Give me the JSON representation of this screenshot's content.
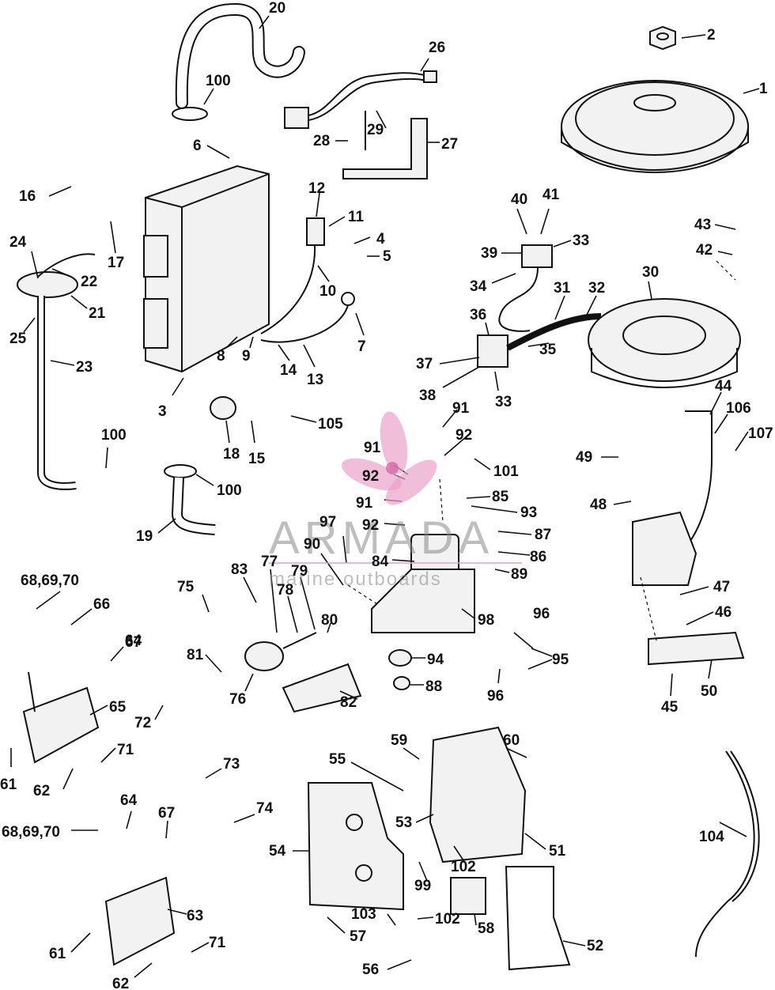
{
  "watermark": {
    "brand": "ARMADA",
    "tagline": "marine outboards",
    "logo_color": "#e9a3c9",
    "text_color": "#8a8a8a"
  },
  "callouts": [
    "1",
    "2",
    "3",
    "4",
    "5",
    "6",
    "7",
    "8",
    "9",
    "10",
    "11",
    "12",
    "13",
    "14",
    "15",
    "16",
    "17",
    "18",
    "19",
    "20",
    "21",
    "22",
    "23",
    "24",
    "25",
    "26",
    "27",
    "28",
    "29",
    "30",
    "31",
    "32",
    "33",
    "33",
    "34",
    "35",
    "36",
    "37",
    "38",
    "39",
    "40",
    "41",
    "42",
    "43",
    "44",
    "45",
    "46",
    "47",
    "48",
    "49",
    "50",
    "51",
    "52",
    "53",
    "54",
    "55",
    "56",
    "57",
    "58",
    "59",
    "60",
    "61",
    "61",
    "62",
    "62",
    "63",
    "64",
    "64",
    "65",
    "66",
    "67",
    "67",
    "68,69,70",
    "68,69,70",
    "71",
    "71",
    "72",
    "73",
    "74",
    "75",
    "76",
    "77",
    "78",
    "79",
    "80",
    "81",
    "82",
    "83",
    "84",
    "85",
    "86",
    "87",
    "88",
    "89",
    "90",
    "91",
    "91",
    "91",
    "92",
    "92",
    "92",
    "93",
    "94",
    "95",
    "96",
    "96",
    "97",
    "98",
    "99",
    "100",
    "100",
    "100",
    "101",
    "102",
    "102",
    "103",
    "104",
    "105",
    "106",
    "107"
  ]
}
